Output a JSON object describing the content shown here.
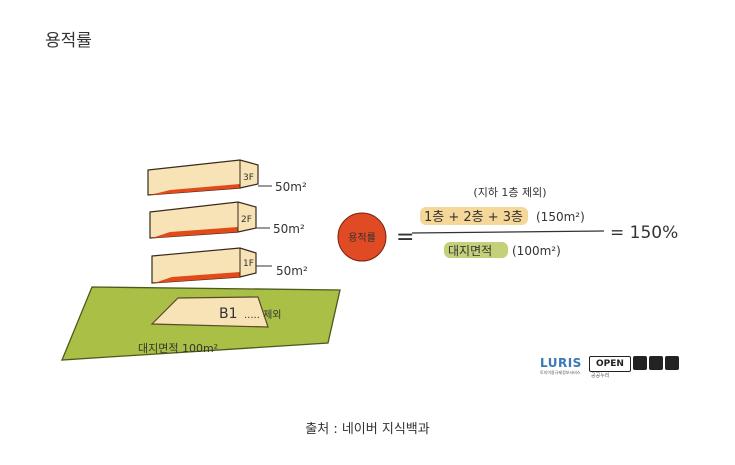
{
  "diagram": {
    "title": "용적률",
    "floors": [
      {
        "label": "3F",
        "area": "50m²"
      },
      {
        "label": "2F",
        "area": "50m²"
      },
      {
        "label": "1F",
        "area": "50m²"
      }
    ],
    "basement": {
      "label": "B1",
      "note": "..... 제외"
    },
    "site_label": "대지면적 100m²",
    "formula": {
      "badge": "용적률",
      "equals": "=",
      "note": "(지하 1층 제외)",
      "numerator": "1층 + 2층 + 3층",
      "numerator_value": "(150m²)",
      "denominator": "대지면적",
      "denominator_value": "(100m²)",
      "result": "= 150%"
    }
  },
  "logo": {
    "luris": "LURIS",
    "luris_sub": "토지이용규제정보서비스",
    "open": "OPEN",
    "open_sub": "공공누리"
  },
  "caption": "출처 : 네이버 지식백과",
  "colors": {
    "box_top": "#f7e3b5",
    "box_side": "#e24a1a",
    "site": "#a9bf45",
    "badge": "#e04a24",
    "highlight_numerator": "#f6d79a",
    "highlight_denominator": "#c5d07a"
  }
}
